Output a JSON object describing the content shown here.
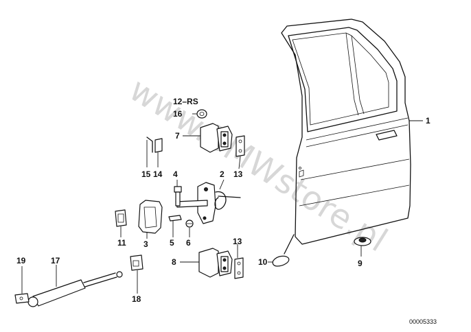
{
  "watermark": "www.BMWstore.pl",
  "reference_number": "00005333",
  "callouts": [
    {
      "id": "c1",
      "text": "1"
    },
    {
      "id": "c2",
      "text": "2"
    },
    {
      "id": "c3",
      "text": "3"
    },
    {
      "id": "c4",
      "text": "4"
    },
    {
      "id": "c5",
      "text": "5"
    },
    {
      "id": "c6",
      "text": "6"
    },
    {
      "id": "c7",
      "text": "7"
    },
    {
      "id": "c8",
      "text": "8"
    },
    {
      "id": "c9",
      "text": "9"
    },
    {
      "id": "c10",
      "text": "10"
    },
    {
      "id": "c11",
      "text": "11"
    },
    {
      "id": "c12",
      "text": "12–RS"
    },
    {
      "id": "c13a",
      "text": "13"
    },
    {
      "id": "c13b",
      "text": "13"
    },
    {
      "id": "c14",
      "text": "14"
    },
    {
      "id": "c15",
      "text": "15"
    },
    {
      "id": "c16",
      "text": "16"
    },
    {
      "id": "c17",
      "text": "17"
    },
    {
      "id": "c18",
      "text": "18"
    },
    {
      "id": "c19",
      "text": "19"
    }
  ]
}
